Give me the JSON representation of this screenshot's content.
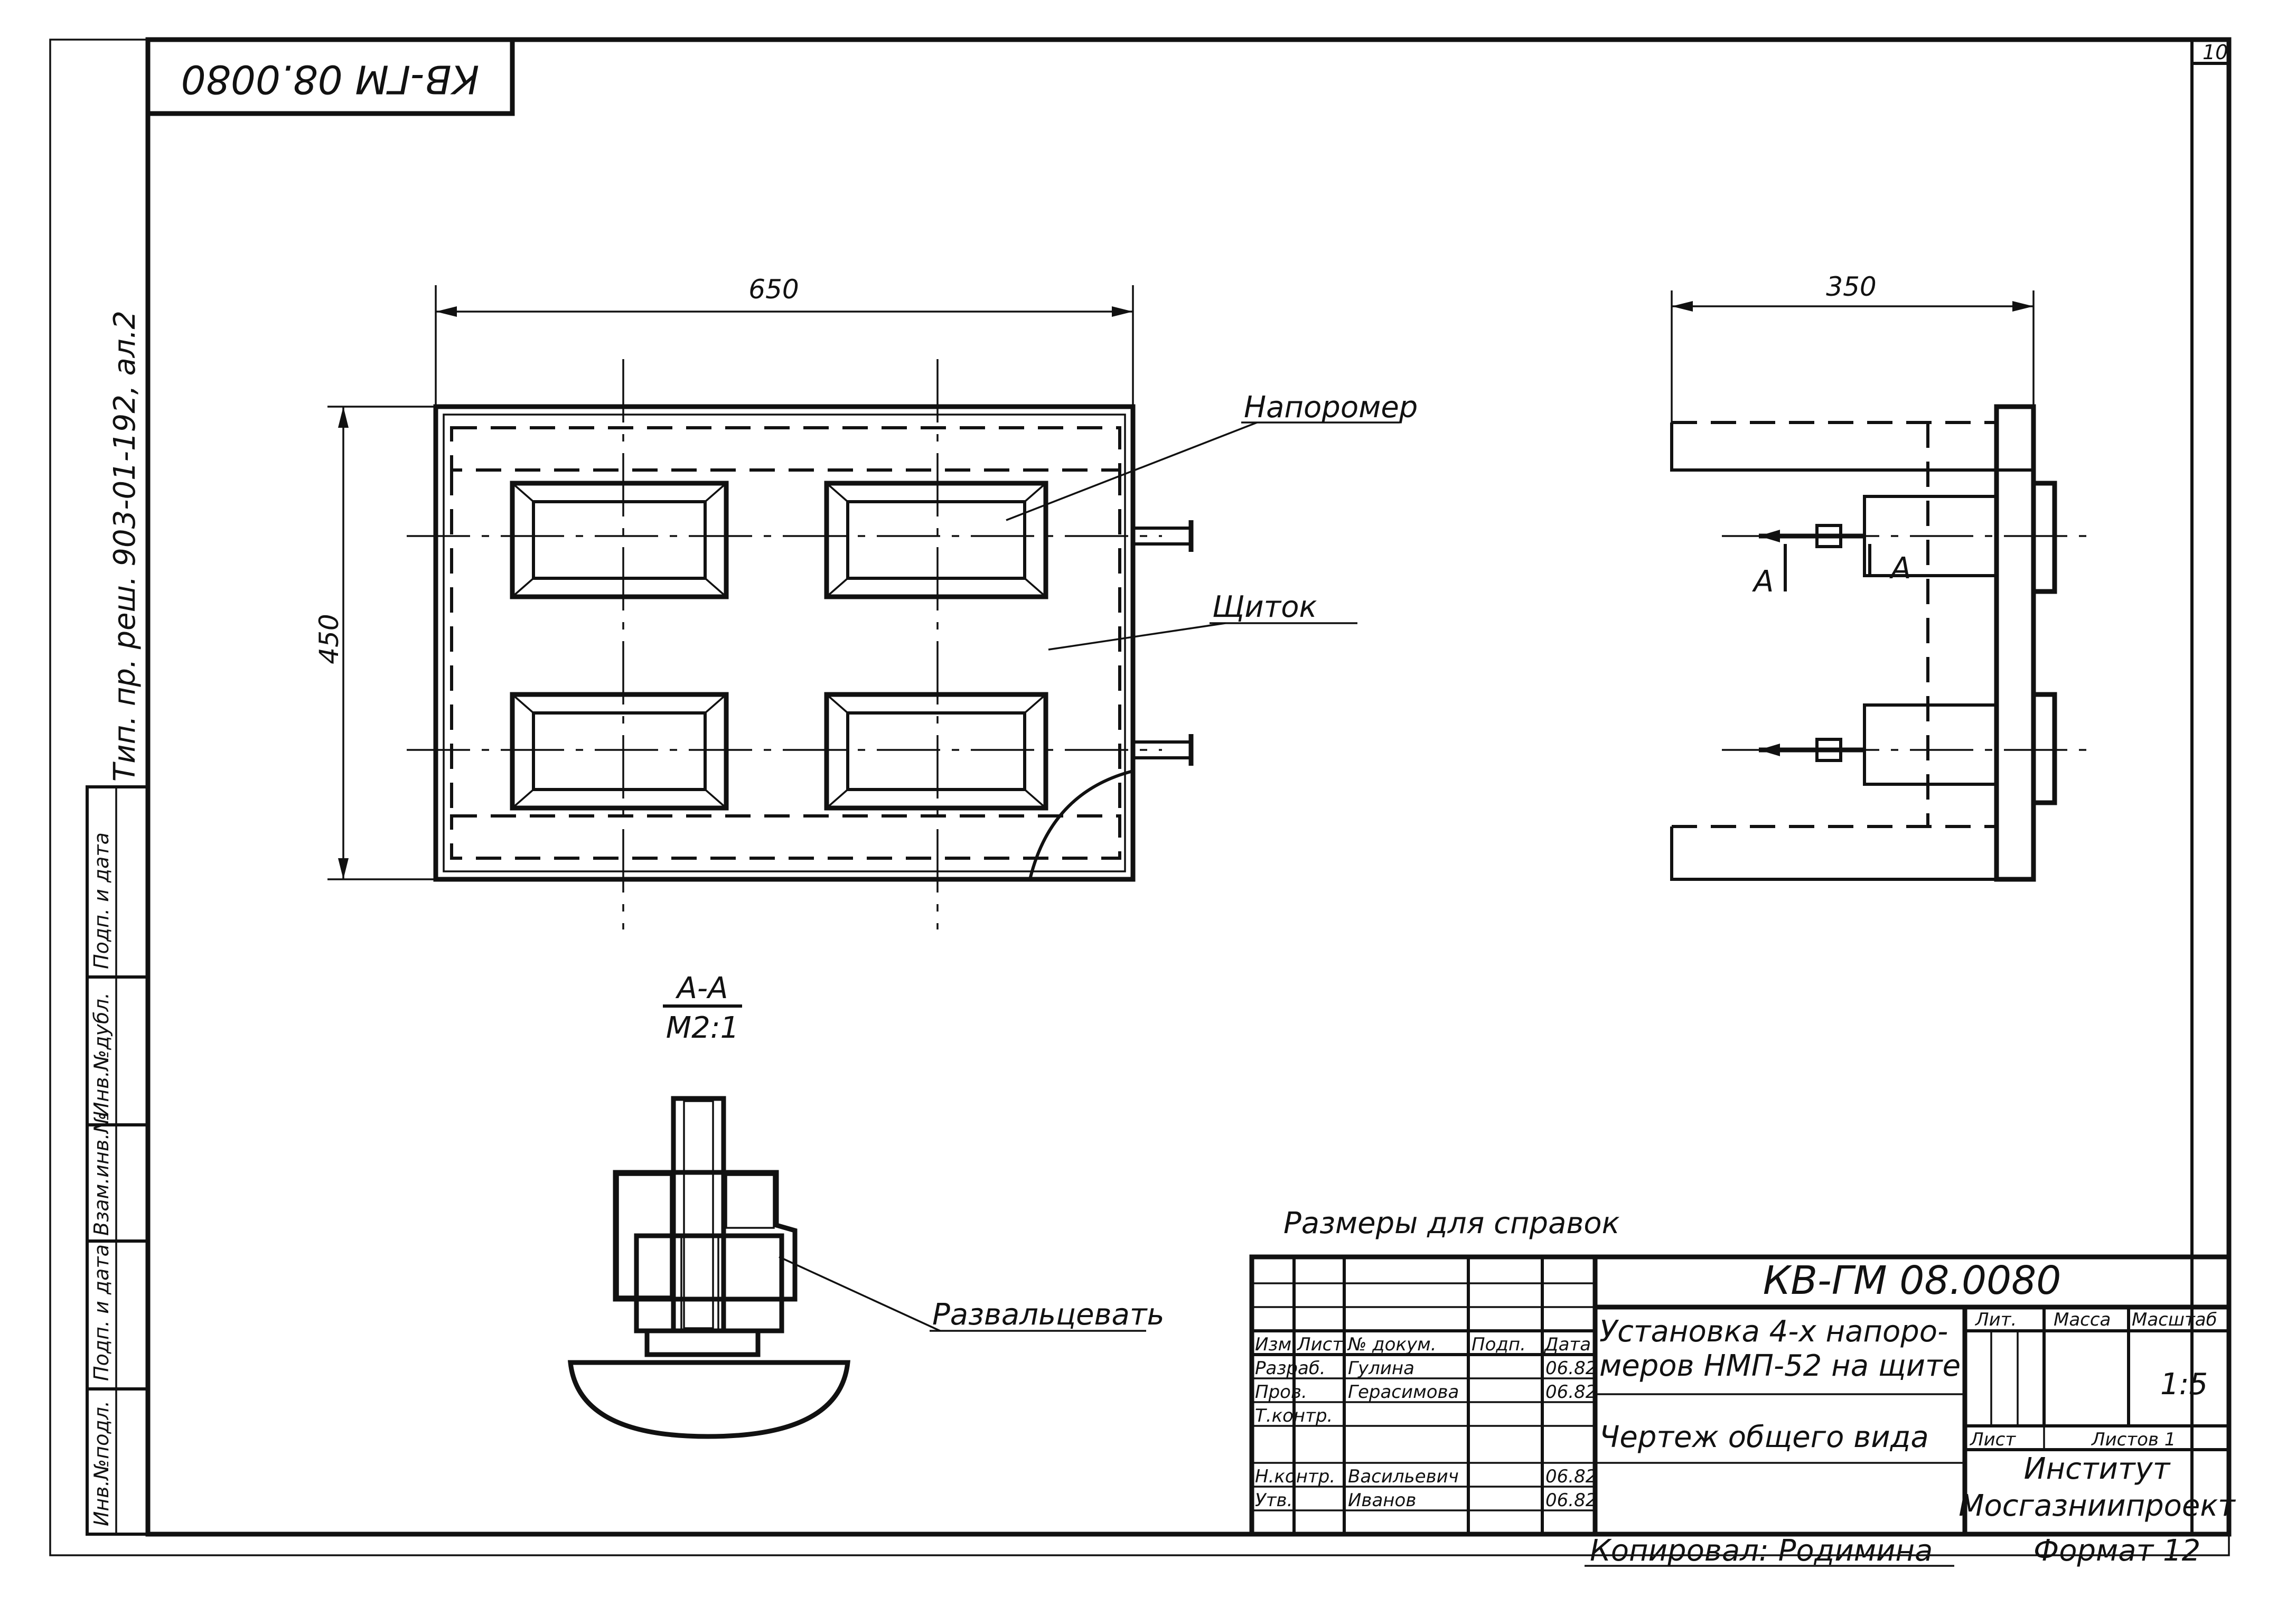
{
  "stamp": {
    "code_mirrored": "КВ-ГМ 08.0080"
  },
  "sheet_number": "10",
  "side_reference": "Тип. пр. реш. 903-01-192, ал.2",
  "left_margin_labels": [
    "Инв.№подл.",
    "Подп. и дата",
    "Взам.инв.№",
    "Инв.№дубл.",
    "Подп. и дата"
  ],
  "front_view": {
    "dim_width": "650",
    "dim_height": "450",
    "callout_gauge": "Напоромер",
    "callout_panel": "Щиток"
  },
  "side_view": {
    "dim_depth": "350",
    "section_letter_left": "А",
    "section_letter_right": "А"
  },
  "section": {
    "title": "А-А",
    "scale": "М2:1",
    "callout_flare": "Развальцевать"
  },
  "note": "Размеры для справок",
  "title_block": {
    "doc_code": "КВ-ГМ 08.0080",
    "col_headers": [
      "Изм.",
      "Лист",
      "№ докум.",
      "Подп.",
      "Дата"
    ],
    "rows": [
      {
        "role": "Разраб.",
        "name": "Гулина",
        "date": "06.82"
      },
      {
        "role": "Пров.",
        "name": "Герасимова",
        "date": "06.82"
      },
      {
        "role": "Т.контр.",
        "name": "",
        "date": ""
      },
      {
        "role": "Н.контр.",
        "name": "Васильевич",
        "date": "06.82"
      },
      {
        "role": "Утв.",
        "name": "Иванов",
        "date": "06.82"
      }
    ],
    "title_line1": "Установка 4-х напоро-",
    "title_line2": "меров НМП-52 на щите",
    "subtitle": "Чертеж общего вида",
    "lit_header": "Лит.",
    "mass_header": "Масса",
    "scale_header": "Масштаб",
    "scale_value": "1:5",
    "sheet_label": "Лист",
    "sheets_label": "Листов 1",
    "org_line1": "Институт",
    "org_line2": "Мосгазниипроект"
  },
  "footer": {
    "copied_by": "Копировал: Родимина",
    "format": "Формат 12"
  }
}
